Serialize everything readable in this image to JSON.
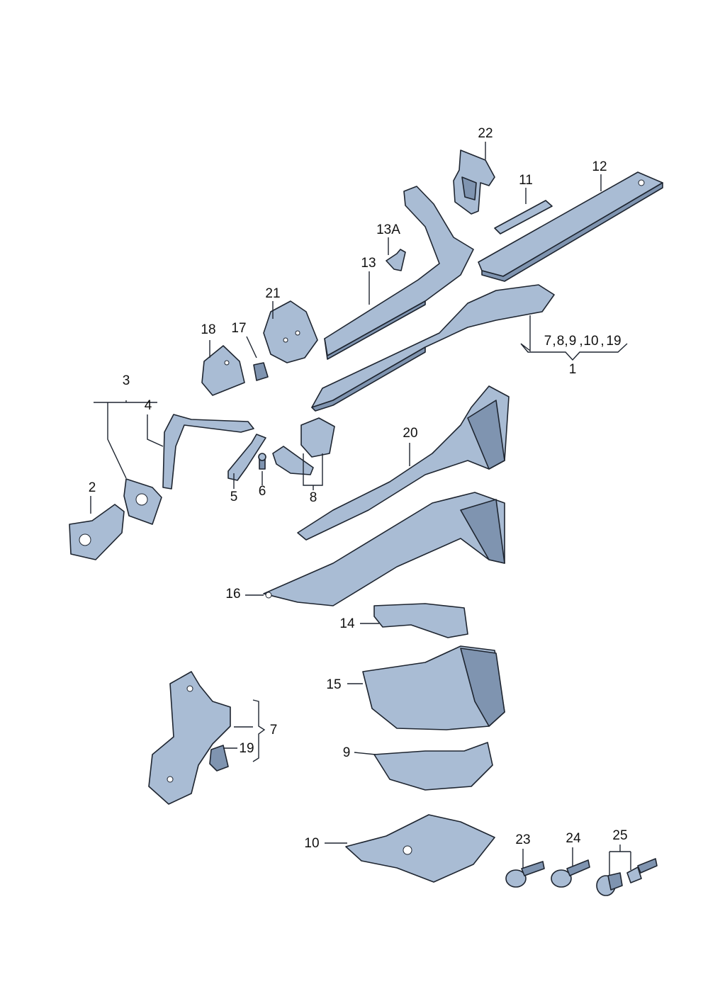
{
  "colors": {
    "part_fill": "#a9bcd4",
    "part_shadow": "#7f94b0",
    "outline": "#1e2530"
  },
  "labels": {
    "l1": "1",
    "l2": "2",
    "l3": "3",
    "l4": "4",
    "l5": "5",
    "l6": "6",
    "l7_top": "7",
    "l8_top": "8",
    "l9_top": "9",
    "l10_top": "10",
    "l19_top": "19",
    "l7": "7",
    "l8": "8",
    "l9": "9",
    "l10": "10",
    "l11": "11",
    "l12": "12",
    "l13": "13",
    "l13a": "13A",
    "l14": "14",
    "l15": "15",
    "l16": "16",
    "l17": "17",
    "l18": "18",
    "l19": "19",
    "l20": "20",
    "l21": "21",
    "l22": "22",
    "l23": "23",
    "l24": "24",
    "l25": "25"
  }
}
